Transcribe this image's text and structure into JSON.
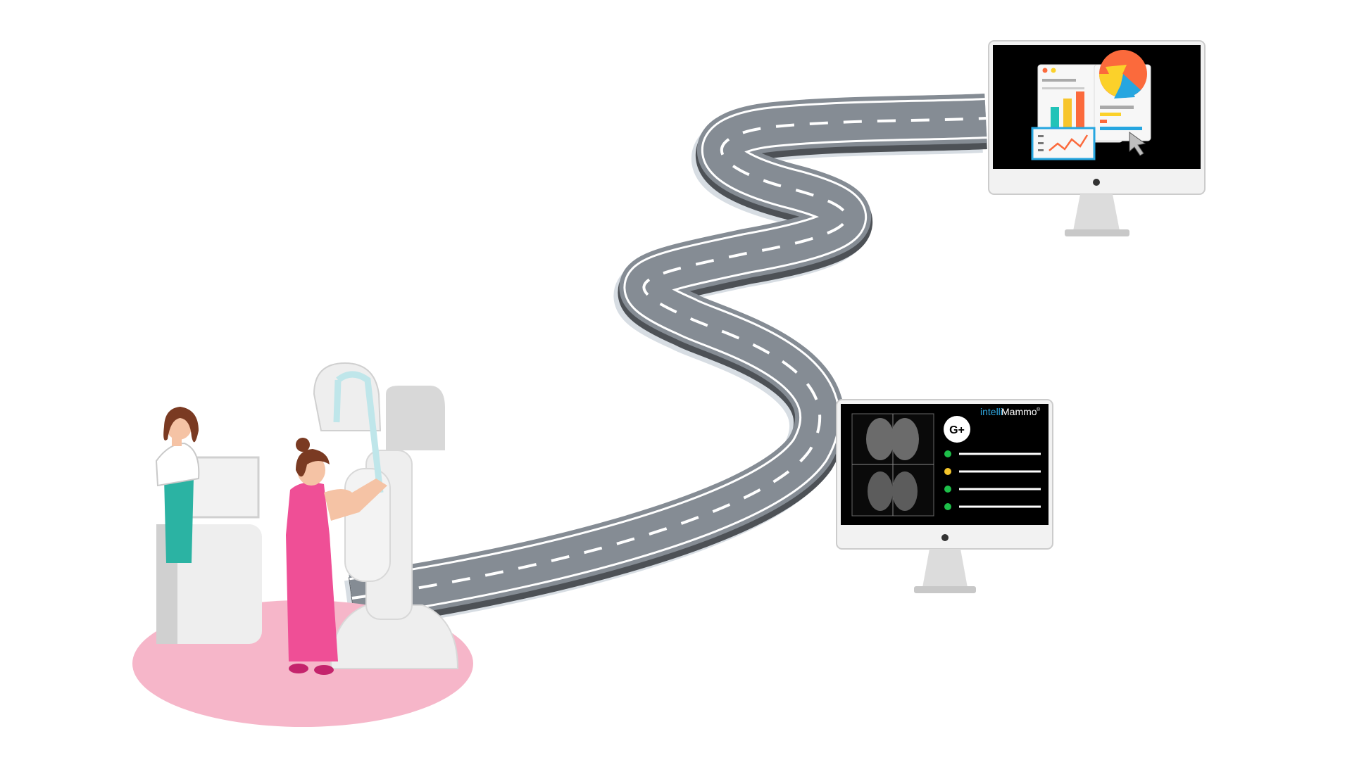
{
  "scene": {
    "colors": {
      "road": "#858c94",
      "road_edge": "#4d5156",
      "road_shadow": "#d7dde3",
      "lane_marking": "#ffffff",
      "floor_mat": "#f6b6c9",
      "scrubs": "#ef4f96",
      "nurse_accent": "#2bb3a3",
      "machine": "#eeeeee",
      "machine_shadow": "#d0d0d0",
      "screen": "#000000",
      "monitor_bezel": "#f2f2f2",
      "status_green": "#1dbf49",
      "status_yellow": "#f4c52b",
      "pie_orange": "#fb6a3c",
      "pie_yellow": "#fbd12a",
      "pie_blue": "#26a6e0",
      "bar_teal": "#21c3b8",
      "bar_yellow": "#f7c52c",
      "bar_orange": "#fb6a3c"
    },
    "diagnosis_monitor": {
      "brand_prefix": "intelli",
      "brand_name": "Mammo",
      "brand_mark": "®",
      "badge": "G+",
      "findings": [
        "green",
        "yellow",
        "green",
        "green"
      ]
    },
    "analytics_monitor": {
      "icons": [
        "bar-chart-icon",
        "pie-chart-icon",
        "line-chart-icon",
        "cursor-icon"
      ]
    }
  }
}
